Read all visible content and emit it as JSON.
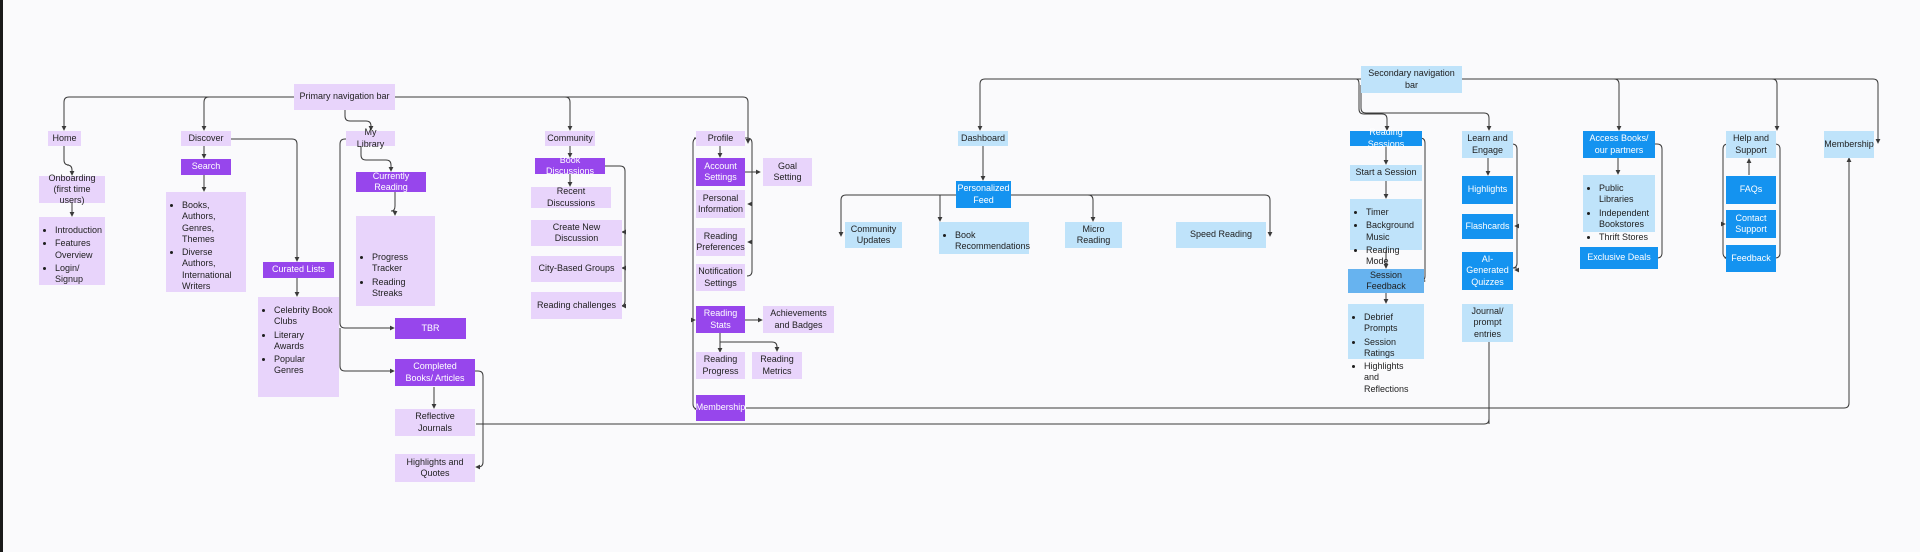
{
  "colors": {
    "purple_light": "#e8d4fb",
    "purple_dark": "#9746ec",
    "blue_light": "#bfe3fa",
    "blue_dark": "#1493f0",
    "blue_mid": "#67b3ef",
    "connector": "#3a3a3a",
    "background": "#fafafc"
  },
  "nodes": {
    "primary_nav": "Primary navigation bar",
    "home": "Home",
    "onboarding": "Onboarding (first time users)",
    "onboarding_items": [
      "Introduction",
      "Features Overview",
      "Login/ Signup"
    ],
    "discover": "Discover",
    "search": "Search",
    "search_items": [
      "Books, Authors, Genres, Themes",
      "Diverse Authors, International Writers"
    ],
    "curated_lists": "Curated Lists",
    "curated_items": [
      "Celebrity Book Clubs",
      "Literary Awards",
      "Popular Genres"
    ],
    "my_library": "My Library",
    "currently_reading": "Currently Reading",
    "currently_items": [
      "Progress Tracker",
      "Reading Streaks"
    ],
    "tbr": "TBR",
    "completed": "Completed Books/ Articles",
    "reflective_journals": "Reflective Journals",
    "highlights_quotes": "Highlights and Quotes",
    "community": "Community",
    "book_discussions": "Book Discussions",
    "recent_discussions": "Recent Discussions",
    "create_discussion": "Create New Discussion",
    "city_groups": "City-Based Groups",
    "reading_challenges": "Reading challenges",
    "profile": "Profile",
    "account_settings": "Account Settings",
    "goal_setting": "Goal Setting",
    "personal_info": "Personal Information",
    "reading_prefs": "Reading Preferences",
    "notification_settings": "Notification Settings",
    "reading_stats": "Reading Stats",
    "achievements": "Achievements and Badges",
    "reading_progress": "Reading Progress",
    "reading_metrics": "Reading Metrics",
    "membership_primary": "Membership",
    "dashboard": "Dashboard",
    "personalized_feed": "Personalized Feed",
    "community_updates": "Community Updates",
    "book_recs_items": [
      "Book Recommendations"
    ],
    "micro_reading": "Micro Reading",
    "speed_reading": "Speed Reading",
    "secondary_nav": "Secondary navigation bar",
    "reading_sessions": "Reading Sessions",
    "start_session": "Start a Session",
    "session_items": [
      "Timer",
      "Background Music",
      "Reading Mode"
    ],
    "session_feedback": "Session Feedback",
    "feedback_items": [
      "Debrief Prompts",
      "Session Ratings",
      "Highlights and Reflections"
    ],
    "learn_engage": "Learn and Engage",
    "highlights": "Highlights",
    "flashcards": "Flashcards",
    "ai_quizzes": "AI-Generated Quizzes",
    "journal_prompts": "Journal/ prompt entries",
    "access_books": "Access Books/ our partners",
    "access_items": [
      "Public Libraries",
      "Independent Bookstores",
      "Thrift Stores"
    ],
    "exclusive_deals": "Exclusive Deals",
    "help_support": "Help and Support",
    "faqs": "FAQs",
    "contact_support": "Contact Support",
    "feedback": "Feedback",
    "membership_secondary": "Membership"
  }
}
